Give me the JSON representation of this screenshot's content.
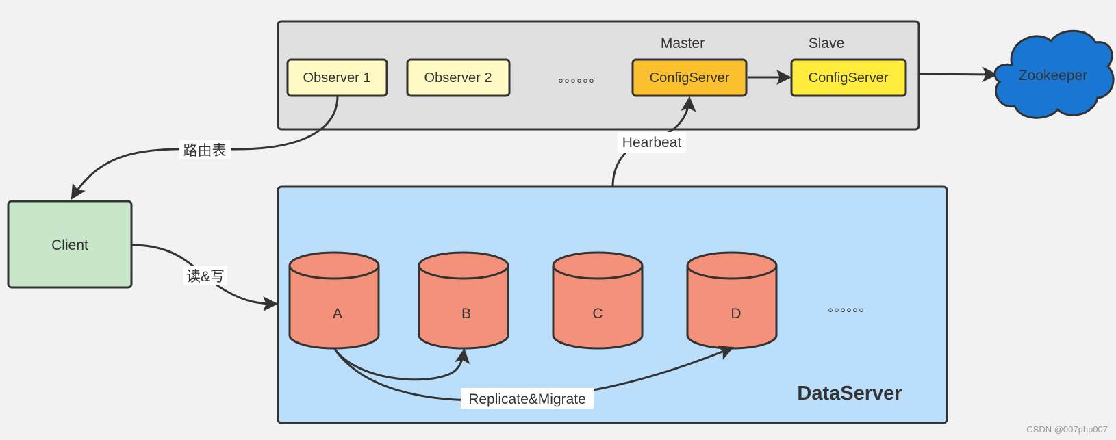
{
  "cluster": {
    "observers": [
      "Observer 1",
      "Observer 2"
    ],
    "observer_ellipsis": "。。。。。。",
    "master_label": "Master",
    "slave_label": "Slave",
    "master_server": "ConfigServer",
    "slave_server": "ConfigServer"
  },
  "zookeeper": "Zookeeper",
  "client": "Client",
  "edges": {
    "routing_table": "路由表",
    "read_write": "读&写",
    "heartbeat": "Hearbeat",
    "replicate_migrate": "Replicate&Migrate"
  },
  "dataserver": {
    "title": "DataServer",
    "nodes": [
      "A",
      "B",
      "C",
      "D"
    ],
    "ellipsis": "。。。。。。"
  },
  "watermark": "CSDN @007php007",
  "colors": {
    "cluster_fill": "#e0e0e0",
    "observer_fill": "#fff9c4",
    "master_fill": "#fbc02d",
    "slave_fill": "#ffeb3b",
    "zookeeper_fill": "#1976d2",
    "client_fill": "#c8e6c9",
    "dataserver_fill": "#bbdefb",
    "cylinder_fill": "#f4917a",
    "stroke": "#333333"
  }
}
